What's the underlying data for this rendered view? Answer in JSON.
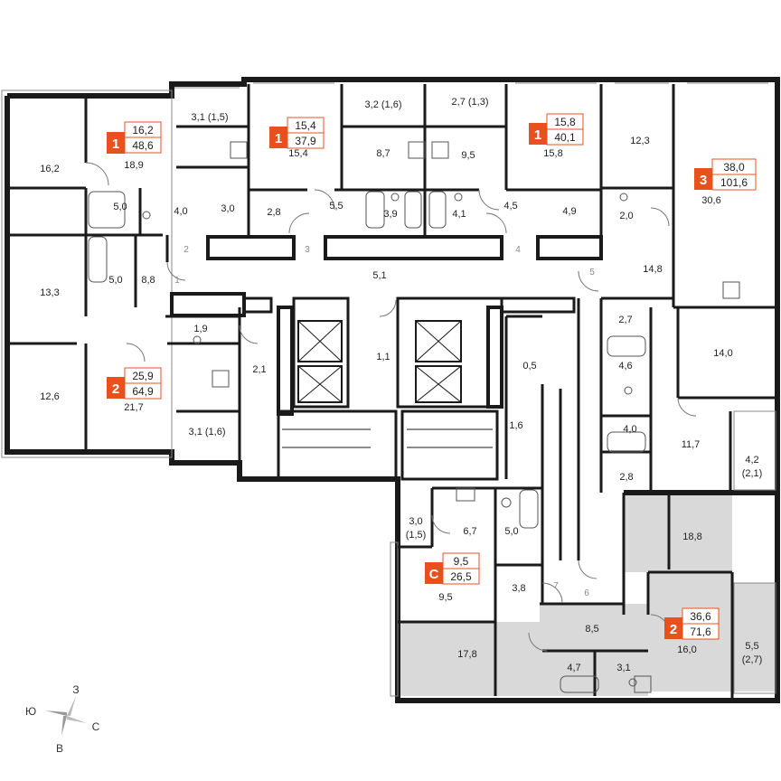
{
  "colors": {
    "accent": "#e8501e",
    "wall": "#1a1a1a",
    "highlight_fill": "#d9d9d9",
    "thin_line": "#777777"
  },
  "apartments": [
    {
      "rooms": "1",
      "living": "16,2",
      "total": "48,6"
    },
    {
      "rooms": "1",
      "living": "15,4",
      "total": "37,9"
    },
    {
      "rooms": "1",
      "living": "15,8",
      "total": "40,1"
    },
    {
      "rooms": "3",
      "living": "38,0",
      "total": "101,6"
    },
    {
      "rooms": "2",
      "living": "25,9",
      "total": "64,9"
    },
    {
      "rooms": "С",
      "living": "9,5",
      "total": "26,5"
    },
    {
      "rooms": "2",
      "living": "36,6",
      "total": "71,6"
    }
  ],
  "areas": {
    "a_16_2": "16,2",
    "a_18_9": "18,9",
    "a_3_1_1_5": "3,1 (1,5)",
    "a_5_0_top": "5,0",
    "a_4_0_top": "4,0",
    "a_3_0_top": "3,0",
    "a_15_4": "15,4",
    "a_2_8_top": "2,8",
    "a_5_5": "5,5",
    "a_3_2_1_6": "3,2 (1,6)",
    "a_8_7": "8,7",
    "a_3_9": "3,9",
    "a_2_7_1_3": "2,7 (1,3)",
    "a_9_5_top": "9,5",
    "a_4_1": "4,1",
    "a_15_8": "15,8",
    "a_4_5": "4,5",
    "a_4_9": "4,9",
    "a_12_3": "12,3",
    "a_2_0": "2,0",
    "a_30_6": "30,6",
    "a_14_8": "14,8",
    "a_13_3": "13,3",
    "a_5_0_left": "5,0",
    "a_8_8": "8,8",
    "a_1_9": "1,9",
    "a_12_6": "12,6",
    "a_21_7": "21,7",
    "a_3_1_1_6": "3,1 (1,6)",
    "a_2_1": "2,1",
    "a_5_1": "5,1",
    "a_1_1": "1,1",
    "a_0_5": "0,5",
    "a_1_6": "1,6",
    "a_2_7_right": "2,7",
    "a_4_6": "4,6",
    "a_14_0": "14,0",
    "a_4_0_right": "4,0",
    "a_11_7": "11,7",
    "a_2_8_right": "2,8",
    "a_4_2": "4,2",
    "a_2_1_paren": "(2,1)",
    "a_3_0_s": "3,0",
    "a_1_5_s": "(1,5)",
    "a_6_7": "6,7",
    "a_5_0_s": "5,0",
    "a_9_5_s": "9,5",
    "a_3_8": "3,8",
    "a_18_8": "18,8",
    "a_8_5": "8,5",
    "a_17_8": "17,8",
    "a_4_7": "4,7",
    "a_3_1_low": "3,1",
    "a_16_0": "16,0",
    "a_5_5_r": "5,5",
    "a_2_7_paren": "(2,7)"
  },
  "door_numbers": [
    "1",
    "2",
    "3",
    "4",
    "5",
    "6",
    "7"
  ],
  "compass": {
    "north": "З",
    "east": "С",
    "south": "В",
    "west": "Ю"
  }
}
